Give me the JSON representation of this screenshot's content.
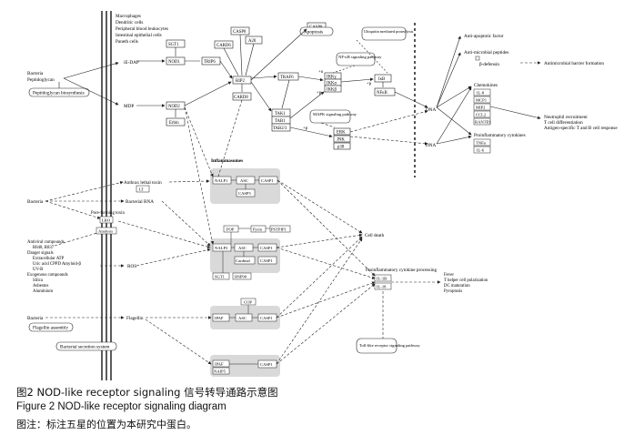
{
  "cell_types": [
    "Macrophages",
    "Dendritic cells",
    "Peripheral blood leukocytes",
    "Intestinal epithelial cells",
    "Paneth cells"
  ],
  "left": {
    "bacteria": "Bacteria",
    "peptidoglycan": "Peptidoglycan",
    "peptidoglycan_biosynthesis": "Peptidoglycan biosynthesis",
    "bacteria2": "Bacteria",
    "pore_forming_toxin": "Pore-forming toxin",
    "antiviral_compounds": [
      "Antiviral compounds",
      "R848, R837"
    ],
    "danger_signals": [
      "Danger signals",
      "Extracellular ATP",
      "Uric acid  CPPD  Amyloid-β",
      "UV-B"
    ],
    "exogenous_compounds": [
      "Exogenous compounds",
      "Silica",
      "Asbestos",
      "Aluminium"
    ],
    "bacteria3": "Bacteria",
    "flagellin_assembly": "Flagellin assembly",
    "bacterial_secretion_system": "Bacterial secretion system"
  },
  "ligands": {
    "ie_dap": "iE-DAP",
    "mdp": "MDP",
    "anthrax": "Anthrax lethal toxin",
    "lt": "LT",
    "bacterial_rna": "Bacterial RNA",
    "ros": "ROS",
    "flagellin": "Flagellin",
    "lrr": "LRO",
    "analysis": "Analysis"
  },
  "nodes": {
    "nod1": "NOD1",
    "nod2": "NOD2",
    "erbin": "Erbin",
    "sgt1": "SGT1",
    "trip6": "TRIP6",
    "card6": "CARD6",
    "cards": "CARD8",
    "caspase8": "CASP8",
    "a20": "A20",
    "rip2": "RIP2",
    "traf6": "TRAF6",
    "tak1": "TAK1",
    "tab1": "TAB1",
    "tab23": "TAB2/3",
    "ikkg": "IKKγ",
    "ikka": "IKKα",
    "ikkb": "IKKβ",
    "ikb": "IκB",
    "nfkb": "NFκB",
    "erk": "ERK",
    "jnk": "JNK",
    "p38": "p38",
    "ub": "+u",
    "p": "+p"
  },
  "labels": {
    "apoptosis": "Apoptosis",
    "ubiquitin": "Ubiquitin mediated proteolysis",
    "nfkb_pathway": "NF-κB signaling pathway",
    "mapk_pathway": "MAPK signaling pathway",
    "inflammasomes": "Inflammasomes",
    "dna1": "DNA",
    "dna2": "DNA",
    "cell_death": "Cell death",
    "proinflammatory_processing": "Proinflammatory cytokine processing",
    "il1b": "IL-1B",
    "il18": "IL-18",
    "fever": [
      "Fever",
      "T helper cell polarization",
      "DC maturation",
      "Pyroptosis"
    ],
    "tolllike": "Toll-like receptor signaling pathway"
  },
  "right": {
    "anti_apoptotic": "Anti-apoptotic factor",
    "antimicrobial_peptides": "Anti-microbial peptides",
    "defensin": "β-defensin",
    "antimicrobial_barrier": "Antimicrobial barrier formation",
    "chemokines": "Chemokines",
    "chem_items": [
      "IL-8",
      "MCP1",
      "MIP2",
      "CCL2",
      "RANTES"
    ],
    "neutrophil": [
      "Neutrophil recruitment",
      "T cell differentiation",
      "Antigen-specific T and B cell response"
    ],
    "proinflammatory_cytokines": "Proinflammatory cytokines",
    "cyt_items": [
      "TNFα",
      "IL-6"
    ]
  },
  "inflammasome": {
    "nalp1": "NALP1",
    "asc": "ASC",
    "casp1": "CASP1",
    "casp5": "CASP5",
    "pop": "POP",
    "pyrin": "Pyrin",
    "pstpip1": "PSTPIP1",
    "nalp3": "NALP3",
    "asc2": "ASC",
    "casp1b": "CASP1",
    "cardinal": "Cardinal",
    "casp1c": "CASP1",
    "sgt1": "SGT1",
    "hsp90": "HSP90",
    "cop": "COP",
    "ipaf": "IPAF",
    "asc3": "ASC",
    "casp1d": "CASP1",
    "ipaf2": "IPAF",
    "naip5": "NAIP5",
    "casp1e": "CASP1"
  },
  "caption": {
    "fig_cn": "图2   NOD-like receptor signaling 信号转导通路示意图",
    "fig_en": "Figure 2    NOD-like receptor signaling diagram",
    "note": "图注：标注五星的位置为本研究中蛋白。"
  }
}
